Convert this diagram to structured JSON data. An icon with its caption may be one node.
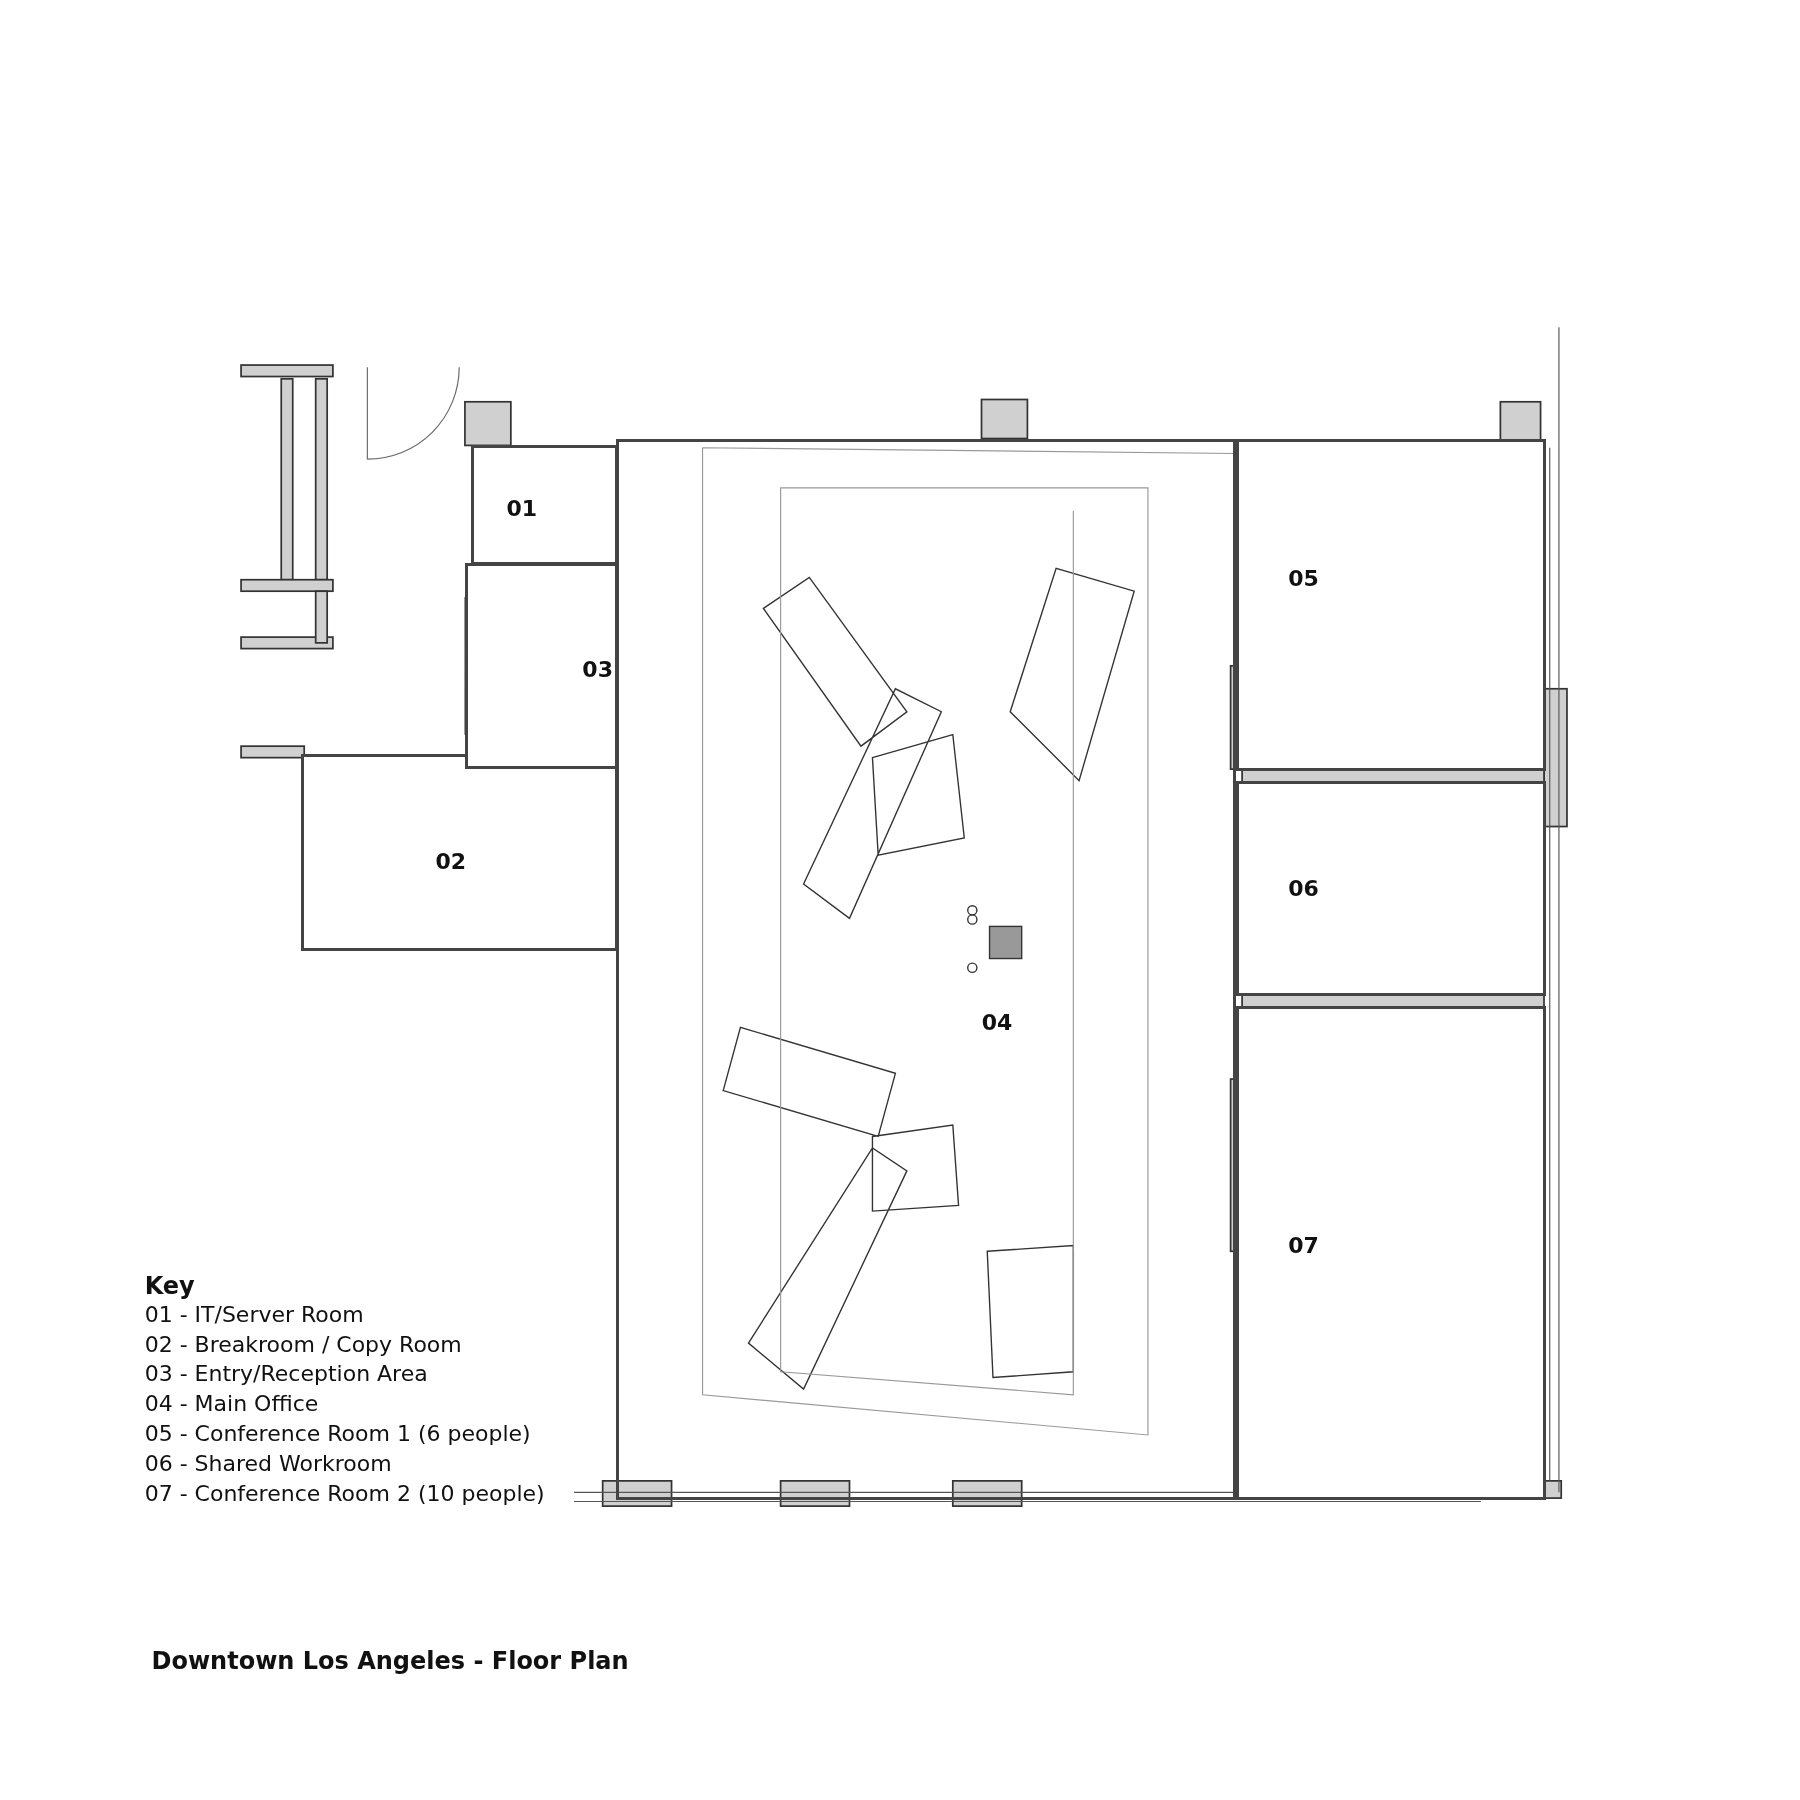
{
  "diagram": {
    "title": "Downtown Los Angeles - Floor Plan",
    "nodes": [
      {
        "text": [
          "01"
        ]
      },
      {
        "text": [
          "02"
        ]
      },
      {
        "text": [
          "03"
        ]
      },
      {
        "text": [
          "04"
        ]
      },
      {
        "text": [
          "05"
        ]
      },
      {
        "text": [
          "06"
        ]
      },
      {
        "text": [
          "07"
        ]
      }
    ],
    "labels": [
      "Key",
      "01 - IT/Server Room",
      "02 - Breakroom / Copy Room",
      "03 - Entry/Reception Area",
      "04 - Main Office",
      "05 - Conference Room 1 (6 people)",
      "06 - Shared Workroom",
      "07 - Conference Room 2 (10 people)"
    ]
  }
}
